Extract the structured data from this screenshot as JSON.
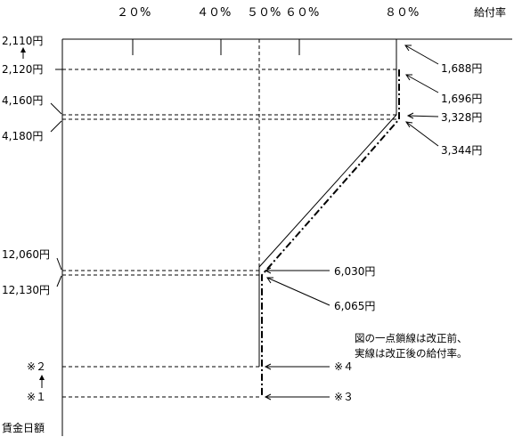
{
  "top_axis": {
    "pct_20": "２０%",
    "pct_40": "４０%",
    "pct_50": "５０%",
    "pct_60": "６０%",
    "pct_80": "８０%",
    "rate_label": "給付率"
  },
  "left_axis": {
    "y_2110": "2,110円",
    "y_2120": "2,120円",
    "y_4160": "4,160円",
    "y_4180": "4,180円",
    "y_12060": "12,060円",
    "y_12130": "12,130円",
    "y_ref2": "※２",
    "y_ref1": "※１",
    "axis_label": "賃金日額"
  },
  "right_labels": {
    "r1": "1,688円",
    "r2": "1,696円",
    "r3": "3,328円",
    "r4": "3,344円",
    "r5": "6,030円",
    "r6": "6,065円",
    "r7": "※４",
    "r8": "※３"
  },
  "note": {
    "line1": "図の一点鎖線は改正前、",
    "line2": "実線は改正後の給付率。"
  },
  "colors": {
    "ink": "#000000",
    "paper": "#ffffff"
  }
}
